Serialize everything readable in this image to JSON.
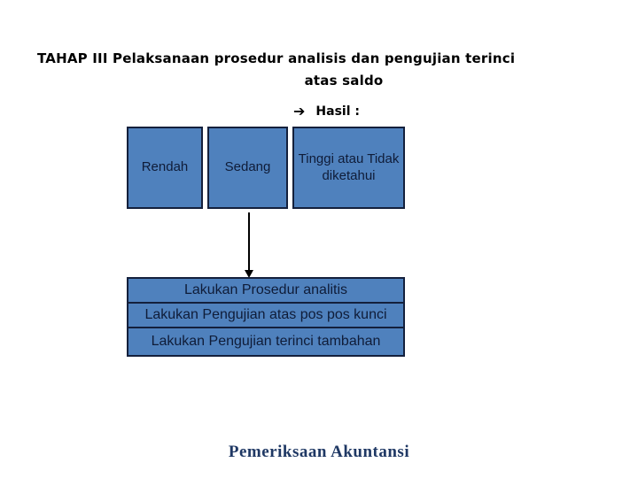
{
  "slide": {
    "title_line1": "TAHAP III  Pelaksanaan prosedur analisis dan pengujian terinci",
    "title_line2": "atas saldo",
    "hasil": {
      "arrow_icon": "➔",
      "label": "Hasil :"
    }
  },
  "result_boxes": [
    {
      "label": "Rendah"
    },
    {
      "label": "Sedang"
    },
    {
      "label": "Tinggi atau Tidak diketahui"
    }
  ],
  "action_bars": [
    {
      "label": "Lakukan Prosedur analitis"
    },
    {
      "label": "Lakukan Pengujian atas pos pos kunci"
    },
    {
      "label": "Lakukan Pengujian terinci tambahan"
    }
  ],
  "footer": {
    "text": "Pemeriksaan Akuntansi"
  },
  "colors": {
    "box_fill": "#4F81BD",
    "box_border": "#14203c",
    "box_text": "#0f1c38",
    "title_text": "#000000",
    "footer_text": "#1F3864"
  }
}
